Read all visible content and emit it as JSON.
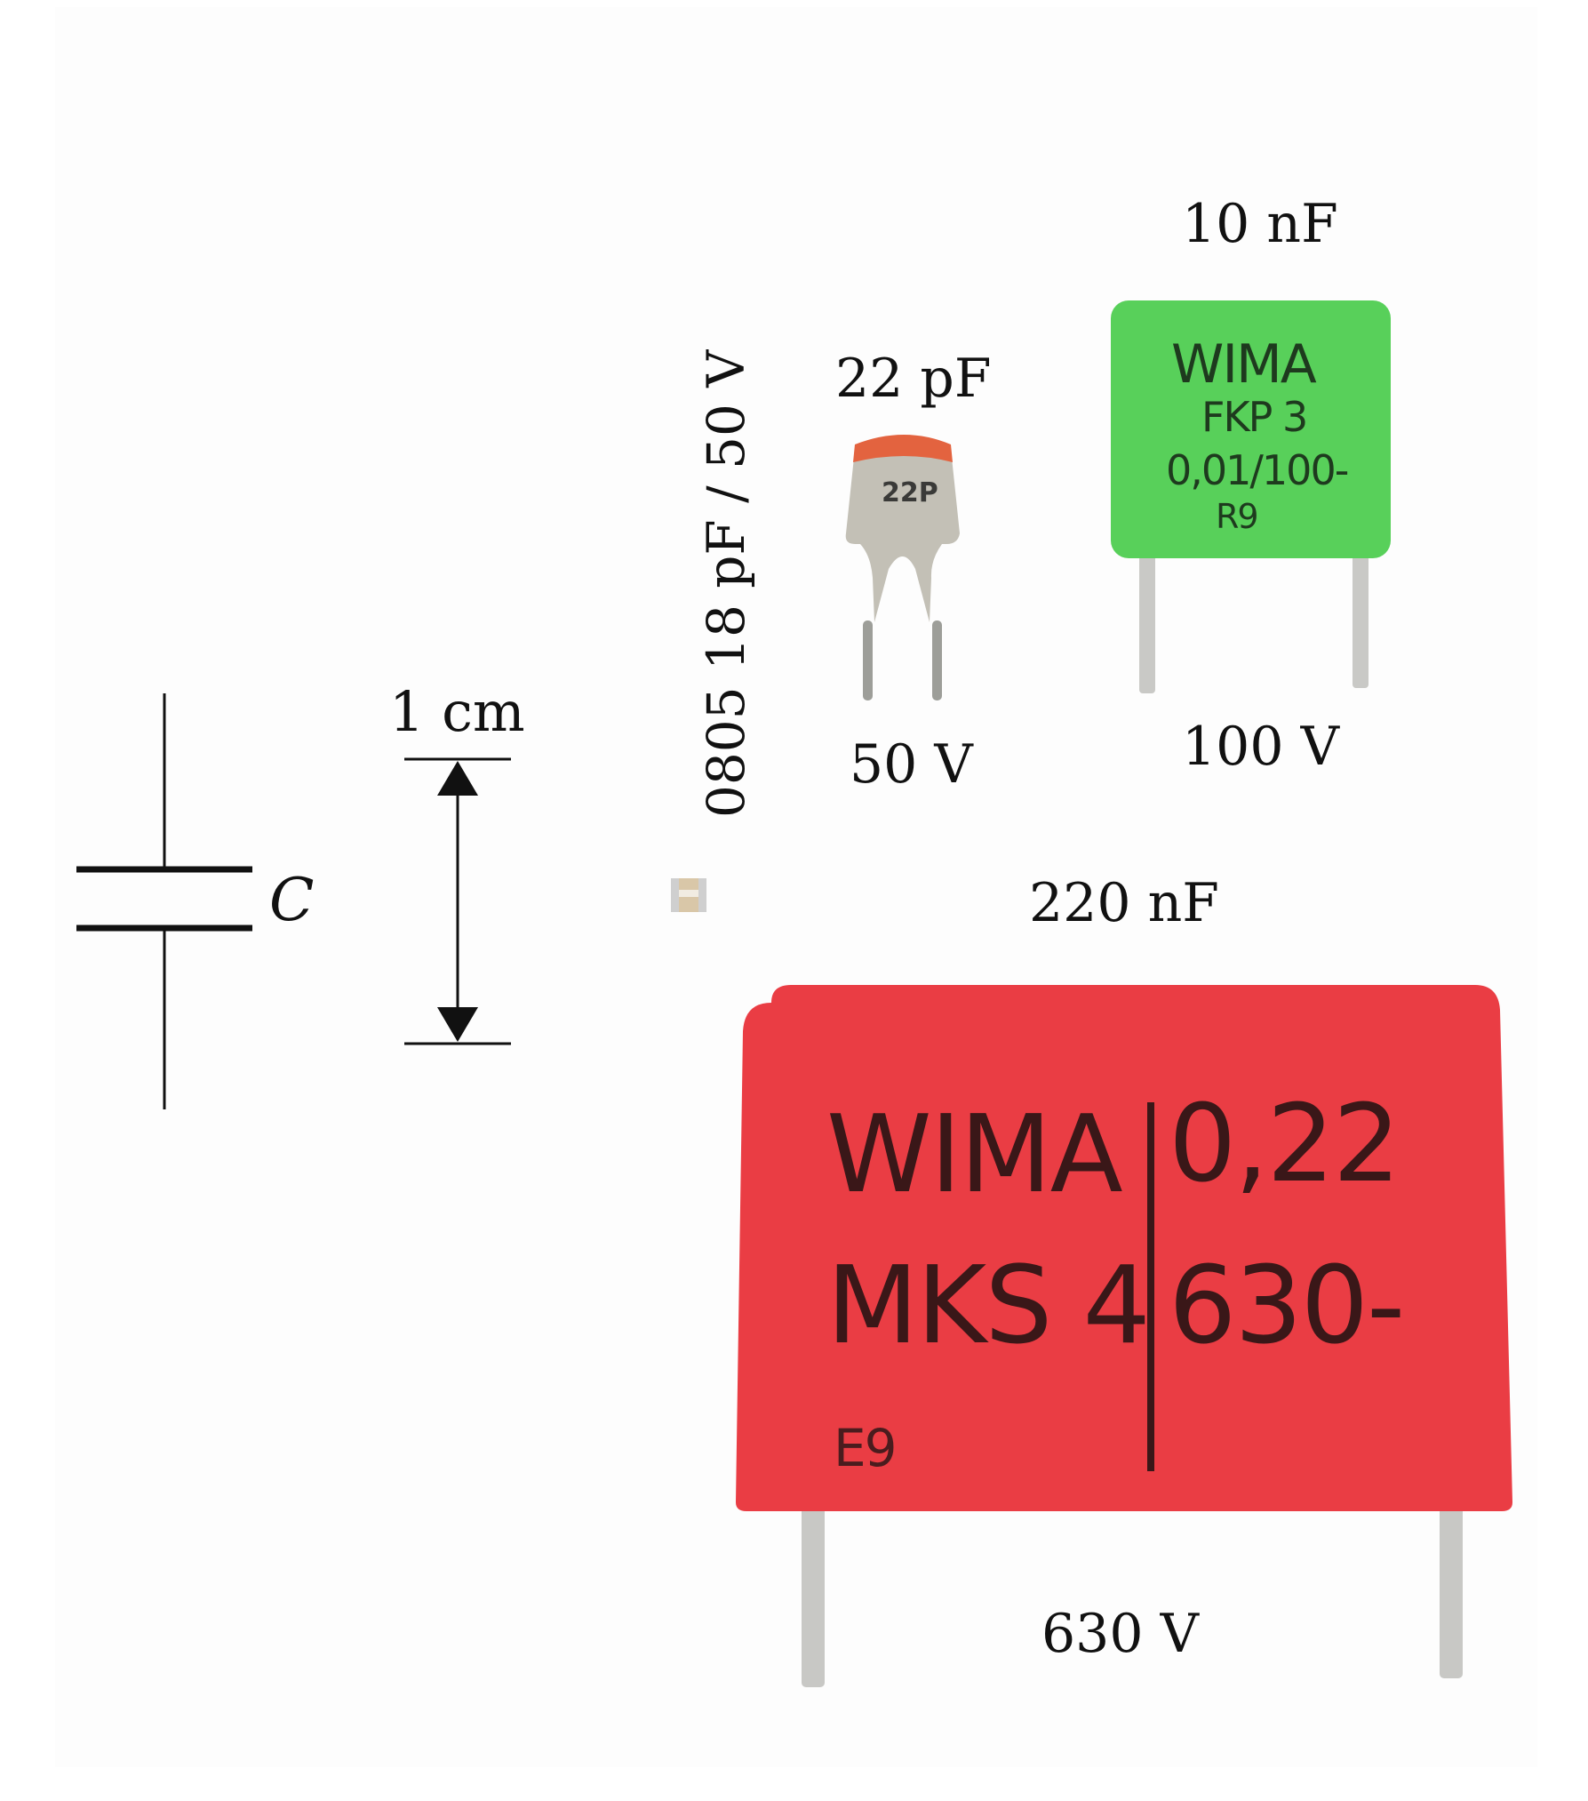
{
  "schematic": {
    "symbol_label": "C",
    "scale_label": "1 cm"
  },
  "smd_capacitor": {
    "label": "0805 18 pF  /  50 V"
  },
  "ceramic_capacitor": {
    "capacitance_label": "22 pF",
    "voltage_label": "50 V",
    "marking": "22P",
    "body_color": "#c3c0b6",
    "top_color": "#e3633f"
  },
  "green_capacitor": {
    "capacitance_label": "10 nF",
    "voltage_label": "100 V",
    "marking_lines": [
      "WIMA",
      "FKP 3",
      "0,01/100-",
      "R9"
    ],
    "body_color": "#58d05a"
  },
  "red_capacitor": {
    "capacitance_label": "220 nF",
    "voltage_label": "630 V",
    "marking_left": [
      "WIMA",
      "MKS 4"
    ],
    "marking_right": [
      "0,22",
      "630-"
    ],
    "code": "E9",
    "body_color": "#ea3d44"
  }
}
